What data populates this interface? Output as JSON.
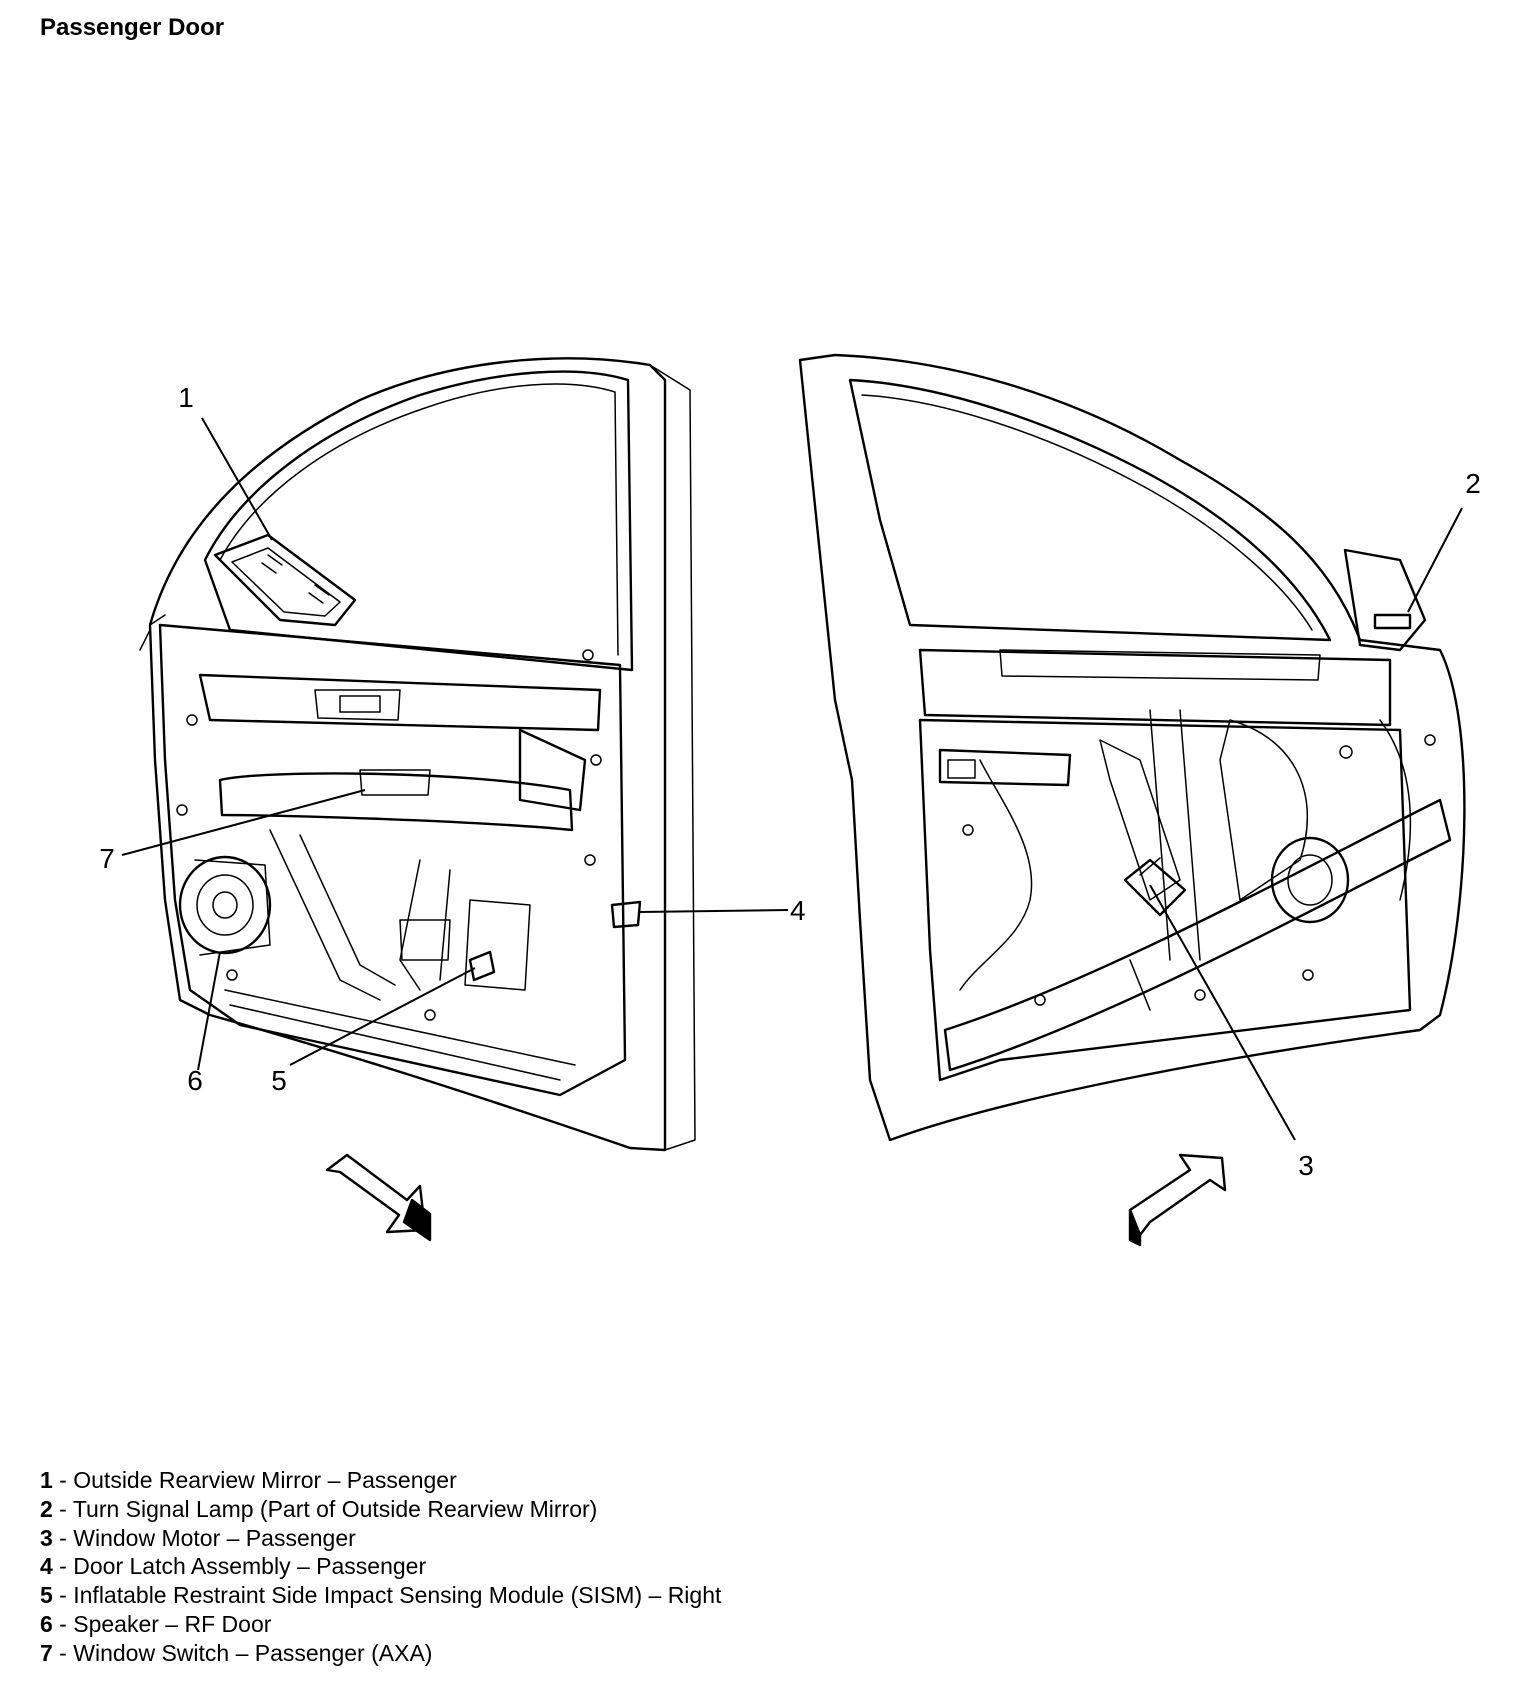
{
  "title": "Passenger Door",
  "callouts": {
    "c1": "1",
    "c2": "2",
    "c3": "3",
    "c4": "4",
    "c5": "5",
    "c6": "6",
    "c7": "7"
  },
  "legend": [
    {
      "num": "1",
      "sep": " - ",
      "text": "Outside Rearview Mirror – Passenger"
    },
    {
      "num": "2",
      "sep": " - ",
      "text": "Turn Signal Lamp (Part of Outside Rearview Mirror)"
    },
    {
      "num": "3",
      "sep": " - ",
      "text": "Window Motor – Passenger"
    },
    {
      "num": "4",
      "sep": " - ",
      "text": "Door Latch Assembly – Passenger"
    },
    {
      "num": "5",
      "sep": " - ",
      "text": "Inflatable Restraint Side Impact Sensing Module (SISM) – Right"
    },
    {
      "num": "6",
      "sep": " - ",
      "text": "Speaker – RF Door"
    },
    {
      "num": "7",
      "sep": " - ",
      "text": "Window Switch – Passenger (AXA)"
    }
  ]
}
